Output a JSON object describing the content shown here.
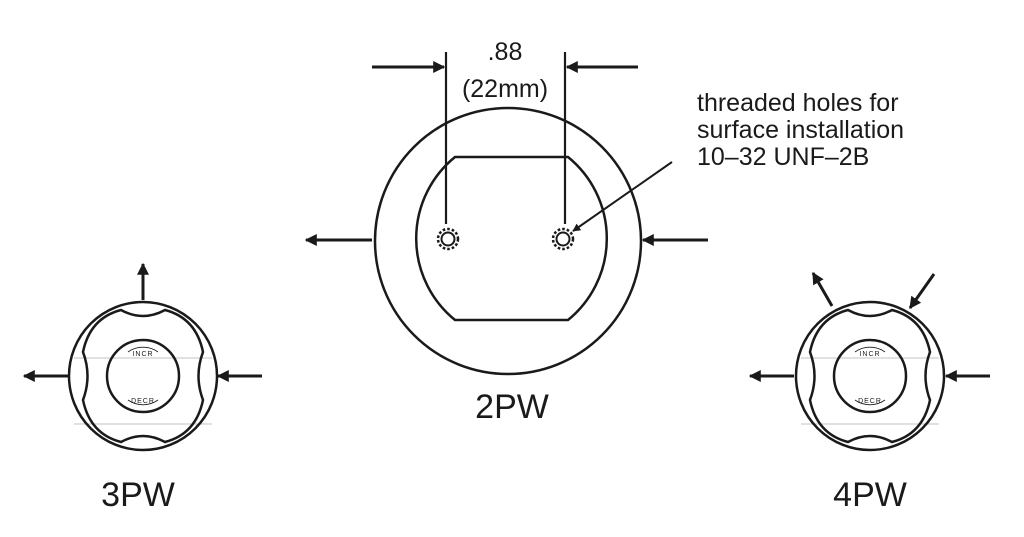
{
  "diagram": {
    "dimension": {
      "value": ".88",
      "metric": "(22mm)"
    },
    "note": {
      "line1": "threaded holes for",
      "line2": "surface installation",
      "line3": "10–32 UNF–2B"
    },
    "valves": {
      "left": {
        "label": "3PW",
        "knob_top_text": "INCR",
        "knob_bottom_text": "DECR"
      },
      "center": {
        "label": "2PW"
      },
      "right": {
        "label": "4PW",
        "knob_top_text": "INCR",
        "knob_bottom_text": "DECR"
      }
    },
    "colors": {
      "ink": "#1a1a1a",
      "background": "#ffffff"
    }
  }
}
